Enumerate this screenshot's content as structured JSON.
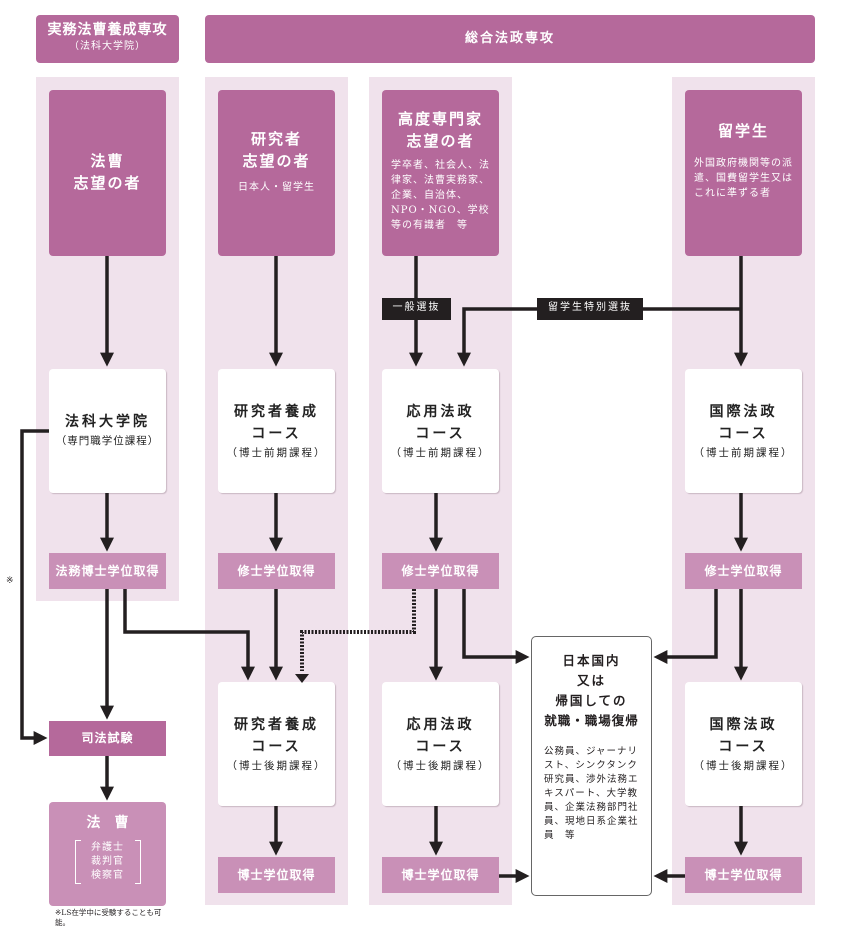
{
  "headers": {
    "professional": {
      "title": "実務法曹養成専攻",
      "subtitle": "（法科大学院）"
    },
    "general": {
      "title": "総合法政専攻"
    }
  },
  "sources": {
    "lawyer_aspirants": {
      "title_lines": [
        "法曹",
        "志望の者"
      ]
    },
    "researcher_aspirants": {
      "title_lines": [
        "研究者",
        "志望の者"
      ],
      "desc": "日本人・留学生"
    },
    "expert_aspirants": {
      "title_lines": [
        "高度専門家",
        "志望の者"
      ],
      "desc": "学卒者、社会人、法律家、法曹実務家、企業、自治体、NPO・NGO、学校等の有識者　等"
    },
    "international_students": {
      "title_lines": [
        "留学生"
      ],
      "desc": "外国政府機関等の派遣、国費留学生又はこれに準ずる者"
    }
  },
  "selection_tags": {
    "general": "一般選抜",
    "international_special": "留学生特別選抜"
  },
  "courses_master": {
    "law_school": {
      "title": "法科大学院",
      "sub": "（専門職学位課程）"
    },
    "researcher": {
      "title": "研究者養成",
      "title2": "コース",
      "sub": "（博士前期課程）"
    },
    "applied": {
      "title": "応用法政",
      "title2": "コース",
      "sub": "（博士前期課程）"
    },
    "international": {
      "title": "国際法政",
      "title2": "コース",
      "sub": "（博士前期課程）"
    }
  },
  "degrees_master": {
    "law_school": "法務博士学位取得",
    "researcher": "修士学位取得",
    "applied": "修士学位取得",
    "international": "修士学位取得"
  },
  "courses_doctor": {
    "researcher": {
      "title": "研究者養成",
      "title2": "コース",
      "sub": "（博士後期課程）"
    },
    "applied": {
      "title": "応用法政",
      "title2": "コース",
      "sub": "（博士後期課程）"
    },
    "international": {
      "title": "国際法政",
      "title2": "コース",
      "sub": "（博士後期課程）"
    }
  },
  "degrees_doctor": {
    "researcher": "博士学位取得",
    "applied": "博士学位取得",
    "international": "博士学位取得"
  },
  "bar_exam": "司法試験",
  "legal_profession": {
    "title": "法　曹",
    "roles": [
      "弁護士",
      "裁判官",
      "検察官"
    ]
  },
  "note_mark": "※",
  "note": "※LS在学中に受験することも可能。",
  "career": {
    "title_lines": [
      "日本国内",
      "又は",
      "帰国しての",
      "就職・職場復帰"
    ],
    "desc": "公務員、ジャーナリスト、シンクタンク研究員、渉外法務エキスパート、大学教員、企業法務部門社員、現地日系企業社員　等"
  },
  "colors": {
    "header": "#b5699b",
    "column_bg": "#f0e2ec",
    "degree": "#c990b7",
    "arrow": "#231f20"
  }
}
